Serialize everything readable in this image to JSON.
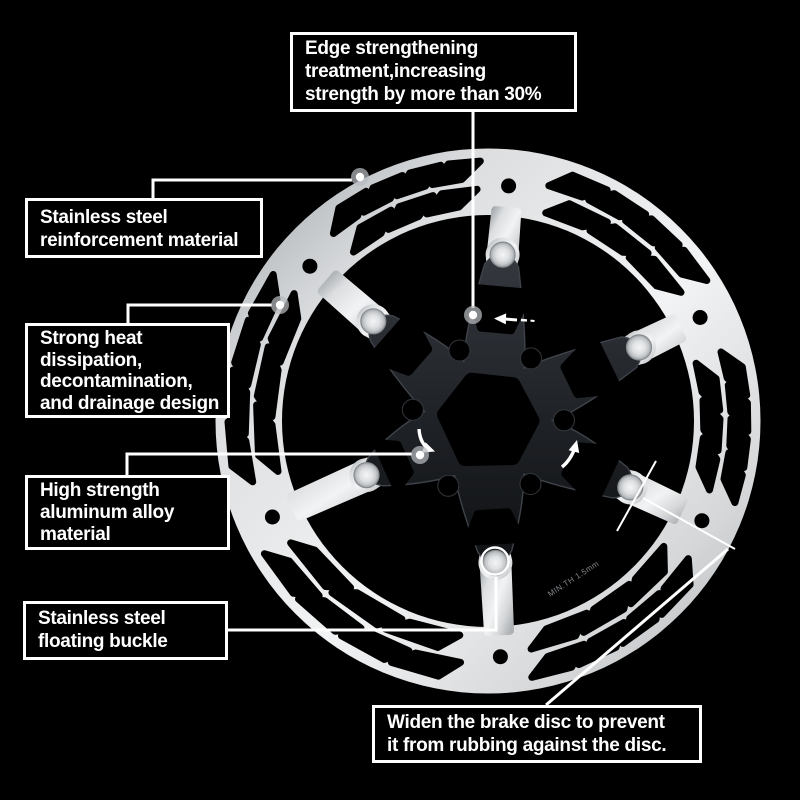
{
  "page": {
    "background_color": "#000000"
  },
  "colors": {
    "callout_border": "#ffffff",
    "callout_text": "#ffffff",
    "callout_line": "#ffffff",
    "rotor_silver": "#e9eaeb",
    "spider_black": "#1e2126"
  },
  "callouts": {
    "edge": {
      "lines": [
        "Edge strengthening",
        "treatment,increasing",
        "strength by more than 30%"
      ]
    },
    "reinforcement": {
      "lines": [
        "Stainless steel",
        "reinforcement material"
      ]
    },
    "heat": {
      "lines": [
        "Strong heat",
        "dissipation,",
        "decontamination,",
        "and drainage design"
      ]
    },
    "aluminum": {
      "lines": [
        "High strength",
        "aluminum alloy",
        "material"
      ]
    },
    "buckle": {
      "lines": [
        "Stainless steel",
        "floating buckle"
      ]
    },
    "widen": {
      "lines": [
        "Widen the brake disc to prevent",
        "it from rubbing against the disc."
      ]
    }
  },
  "rotor": {
    "etched_marking": "MIN.TH 1.5mm"
  }
}
